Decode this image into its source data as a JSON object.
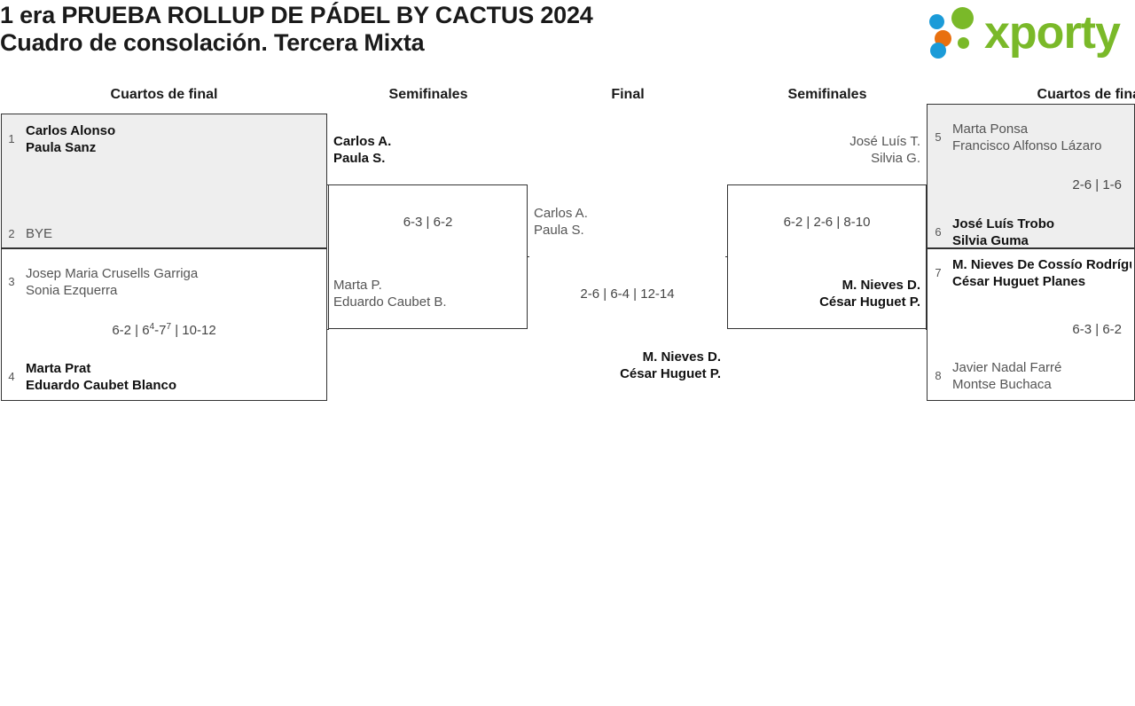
{
  "header": {
    "title_line1": "1 era PRUEBA ROLLUP DE PÁDEL BY CACTUS 2024",
    "title_line2": "Cuadro de consolación. Tercera Mixta",
    "logo_text": "xporty",
    "logo_colors": {
      "green": "#7ab929",
      "blue": "#1b9bd8",
      "orange": "#e8700f"
    }
  },
  "round_headers": {
    "qf_left": "Cuartos de final",
    "sf_left": "Semifinales",
    "final": "Final",
    "sf_right": "Semifinales",
    "qf_right": "Cuartos de final"
  },
  "bracket": {
    "quarterfinals_left": [
      {
        "seed_top": "1",
        "top_line1": "Carlos Alonso",
        "top_line2": "Paula Sanz",
        "top_winner": true,
        "seed_bottom": "2",
        "bottom_line1": "BYE",
        "bottom_line2": "",
        "bottom_winner": false,
        "score": "",
        "shaded": true
      },
      {
        "seed_top": "3",
        "top_line1": "Josep Maria Crusells Garriga",
        "top_line2": "Sonia Ezquerra",
        "top_winner": false,
        "seed_bottom": "4",
        "bottom_line1": "Marta Prat",
        "bottom_line2": "Eduardo Caubet Blanco",
        "bottom_winner": true,
        "score_pre": "6-2 | 6",
        "score_sup1": "4",
        "score_mid": "-7",
        "score_sup2": "7",
        "score_post": " | 10-12",
        "shaded": false
      }
    ],
    "semifinal_left": {
      "top_line1": "Carlos A.",
      "top_line2": "Paula S.",
      "top_winner": true,
      "bottom_line1": "Marta P.",
      "bottom_line2": "Eduardo Caubet B.",
      "bottom_winner": false,
      "score": "6-3 | 6-2"
    },
    "final": {
      "top_line1": "Carlos A.",
      "top_line2": "Paula S.",
      "top_winner": false,
      "bottom_line1": "M. Nieves D.",
      "bottom_line2": "César Huguet P.",
      "bottom_winner": true,
      "score": "2-6 | 6-4 | 12-14"
    },
    "semifinal_right": {
      "top_line1": "José Luís T.",
      "top_line2": "Silvia G.",
      "top_winner": false,
      "bottom_line1": "M. Nieves D.",
      "bottom_line2": "César Huguet P.",
      "bottom_winner": true,
      "score": "6-2 | 2-6 | 8-10"
    },
    "quarterfinals_right": [
      {
        "seed_top": "5",
        "top_line1": "Marta Ponsa",
        "top_line2": "Francisco Alfonso Lázaro",
        "top_winner": false,
        "seed_bottom": "6",
        "bottom_line1": "José Luís Trobo",
        "bottom_line2": "Silvia Guma",
        "bottom_winner": true,
        "score": "2-6 | 1-6",
        "shaded": true
      },
      {
        "seed_top": "7",
        "top_line1": "M. Nieves De Cossío Rodrígu",
        "top_line2": "César Huguet Planes",
        "top_winner": true,
        "seed_bottom": "8",
        "bottom_line1": "Javier Nadal Farré",
        "bottom_line2": "Montse Buchaca",
        "bottom_winner": false,
        "score": "6-3 | 6-2",
        "shaded": false
      }
    ]
  }
}
